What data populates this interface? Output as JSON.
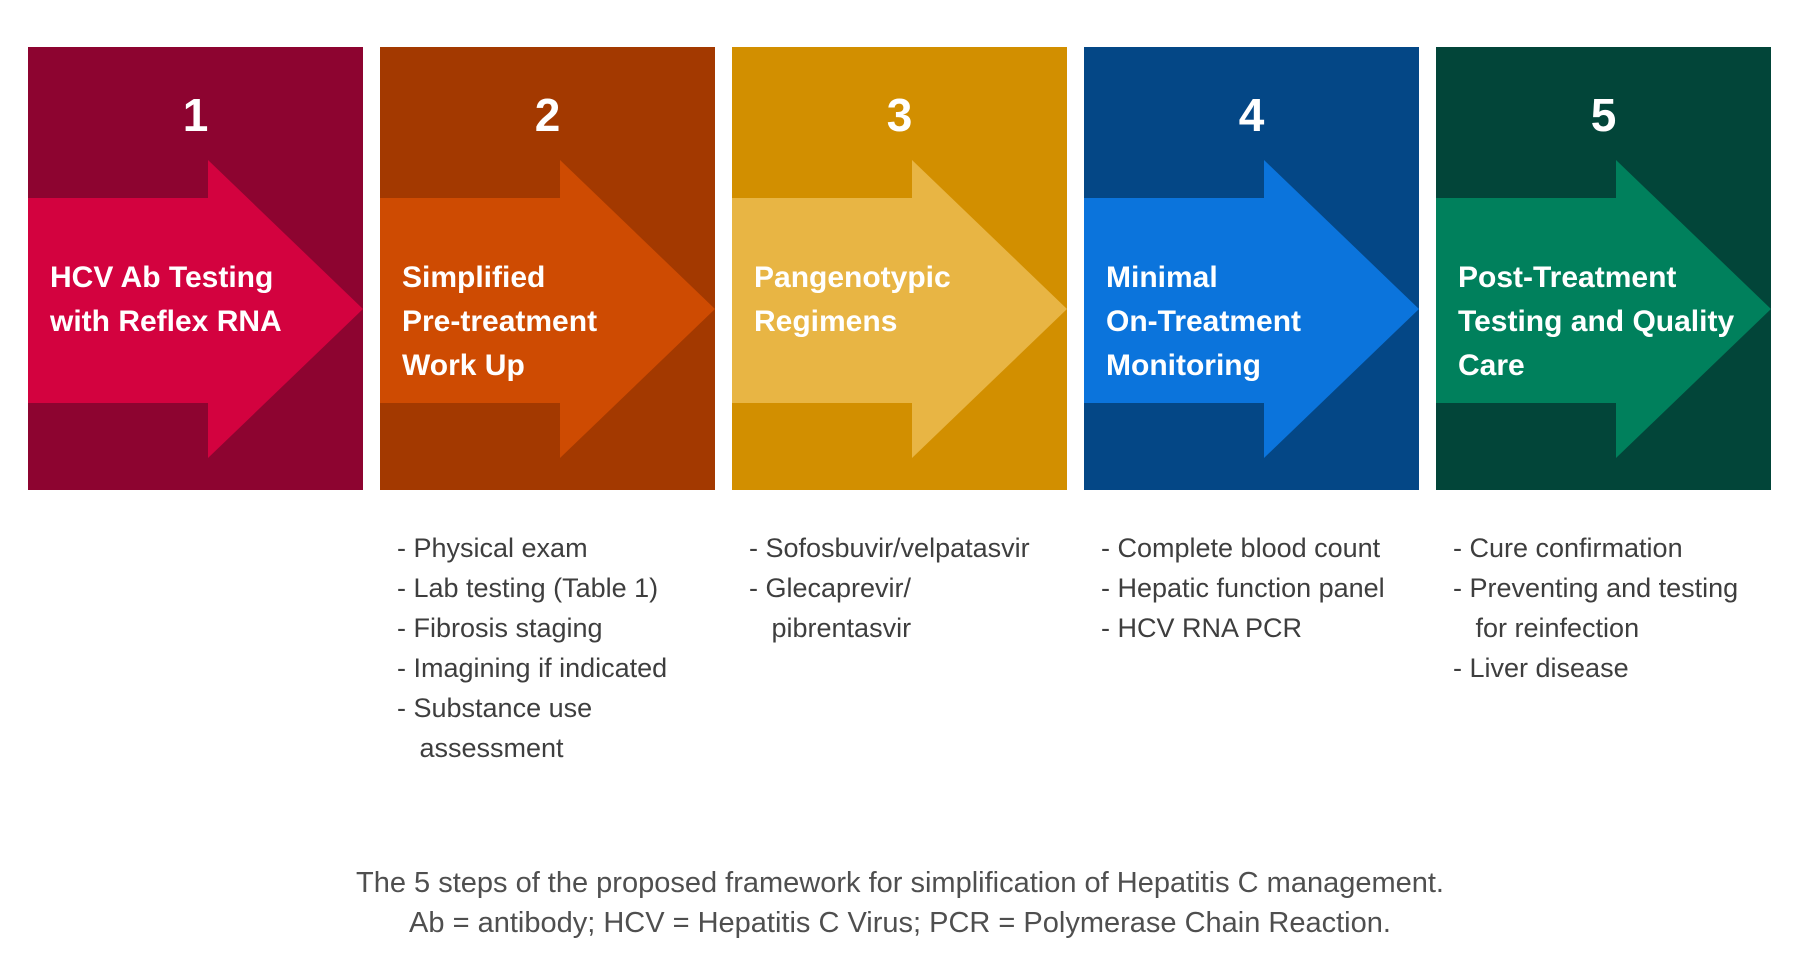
{
  "figure_title": "5-step framework for simplification of Hepatitis C management",
  "steps": [
    {
      "number": "1",
      "title_lines": [
        "HCV Ab Testing",
        "with Reflex RNA",
        ""
      ],
      "colors": {
        "bg": "#8D0430",
        "arrow": "#D3023F"
      },
      "bullets": []
    },
    {
      "number": "2",
      "title_lines": [
        "Simplified",
        "Pre-treatment",
        "Work Up"
      ],
      "colors": {
        "bg": "#A33900",
        "arrow": "#CE4B02"
      },
      "bullets": [
        "- Physical exam",
        "- Lab testing (Table 1)",
        "- Fibrosis staging",
        "- Imagining if indicated",
        "- Substance use",
        "   assessment"
      ]
    },
    {
      "number": "3",
      "title_lines": [
        "Pangenotypic",
        "Regimens",
        ""
      ],
      "colors": {
        "bg": "#D28F00",
        "arrow": "#E8B544"
      },
      "bullets": [
        "- Sofosbuvir/velpatasvir",
        "- Glecaprevir/",
        "   pibrentasvir"
      ]
    },
    {
      "number": "4",
      "title_lines": [
        "Minimal",
        "On-Treatment",
        "Monitoring"
      ],
      "colors": {
        "bg": "#044786",
        "arrow": "#0B74DC"
      },
      "bullets": [
        "- Complete blood count",
        "- Hepatic function panel",
        "- HCV RNA PCR"
      ]
    },
    {
      "number": "5",
      "title_lines": [
        "Post-Treatment",
        "Testing and Quality",
        "Care"
      ],
      "colors": {
        "bg": "#024539",
        "arrow": "#00805C"
      },
      "bullets": [
        "- Cure confirmation",
        "- Preventing and testing",
        "   for reinfection",
        "- Liver disease"
      ]
    }
  ],
  "caption": {
    "line1": "The 5 steps of the proposed framework for simplification of Hepatitis C management.",
    "line2": "Ab = antibody; HCV = Hepatitis C Virus; PCR = Polymerase Chain Reaction."
  }
}
